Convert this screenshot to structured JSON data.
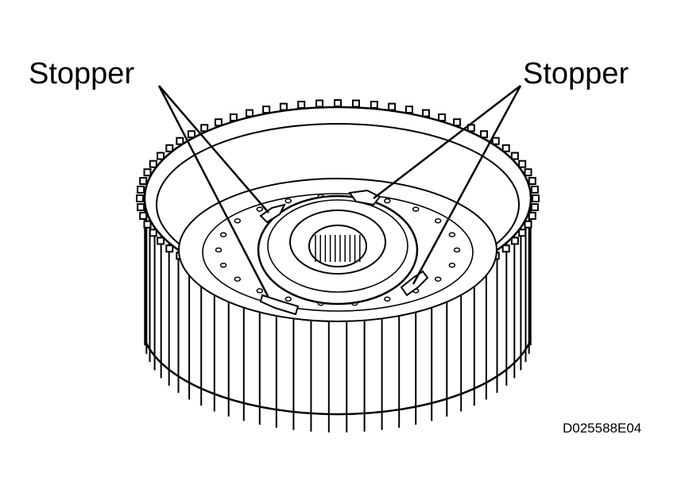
{
  "labels": {
    "stopper_left": "Stopper",
    "stopper_right": "Stopper"
  },
  "figure_code": "D025588E04",
  "colors": {
    "ink": "#000000",
    "paper": "#ffffff"
  },
  "clutch_drum": {
    "outer_spline_count": 34,
    "oil_hole_count": 22
  }
}
